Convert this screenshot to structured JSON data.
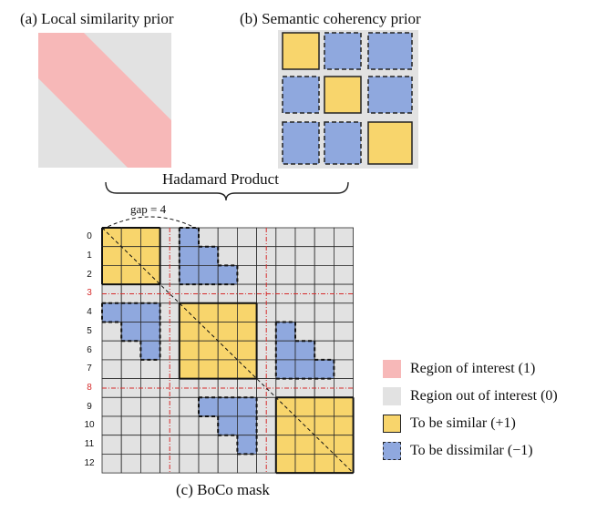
{
  "panel_a": {
    "title": "(a) Local similarity prior"
  },
  "panel_b": {
    "title": "(b) Semantic coherency prior",
    "blocks": [
      [
        "similar",
        "dissimilar",
        "dissimilar"
      ],
      [
        "dissimilar",
        "similar",
        "dissimilar"
      ],
      [
        "dissimilar",
        "dissimilar",
        "similar"
      ]
    ]
  },
  "brace": {
    "label": "Hadamard Product"
  },
  "gap": {
    "label": "gap = 4"
  },
  "panel_c": {
    "title": "(c) BoCo mask",
    "row_labels": [
      "0",
      "1",
      "2",
      "3",
      "4",
      "5",
      "6",
      "7",
      "8",
      "9",
      "10",
      "11",
      "12"
    ],
    "separator_rows": [
      "3",
      "8"
    ],
    "colors": {
      "similar": "#f8d56c",
      "dissimilar": "#8fa8de",
      "interest": "#f7b8b8",
      "out_of_interest": "#e2e2e2",
      "separator": "#d62b2b"
    }
  },
  "legend": [
    {
      "key": "interest",
      "label": "Region of interest (1)"
    },
    {
      "key": "out_of_interest",
      "label": "Region out of interest (0)"
    },
    {
      "key": "similar",
      "label": "To be similar (+1)"
    },
    {
      "key": "dissimilar",
      "label": "To be dissimilar (−1)"
    }
  ]
}
